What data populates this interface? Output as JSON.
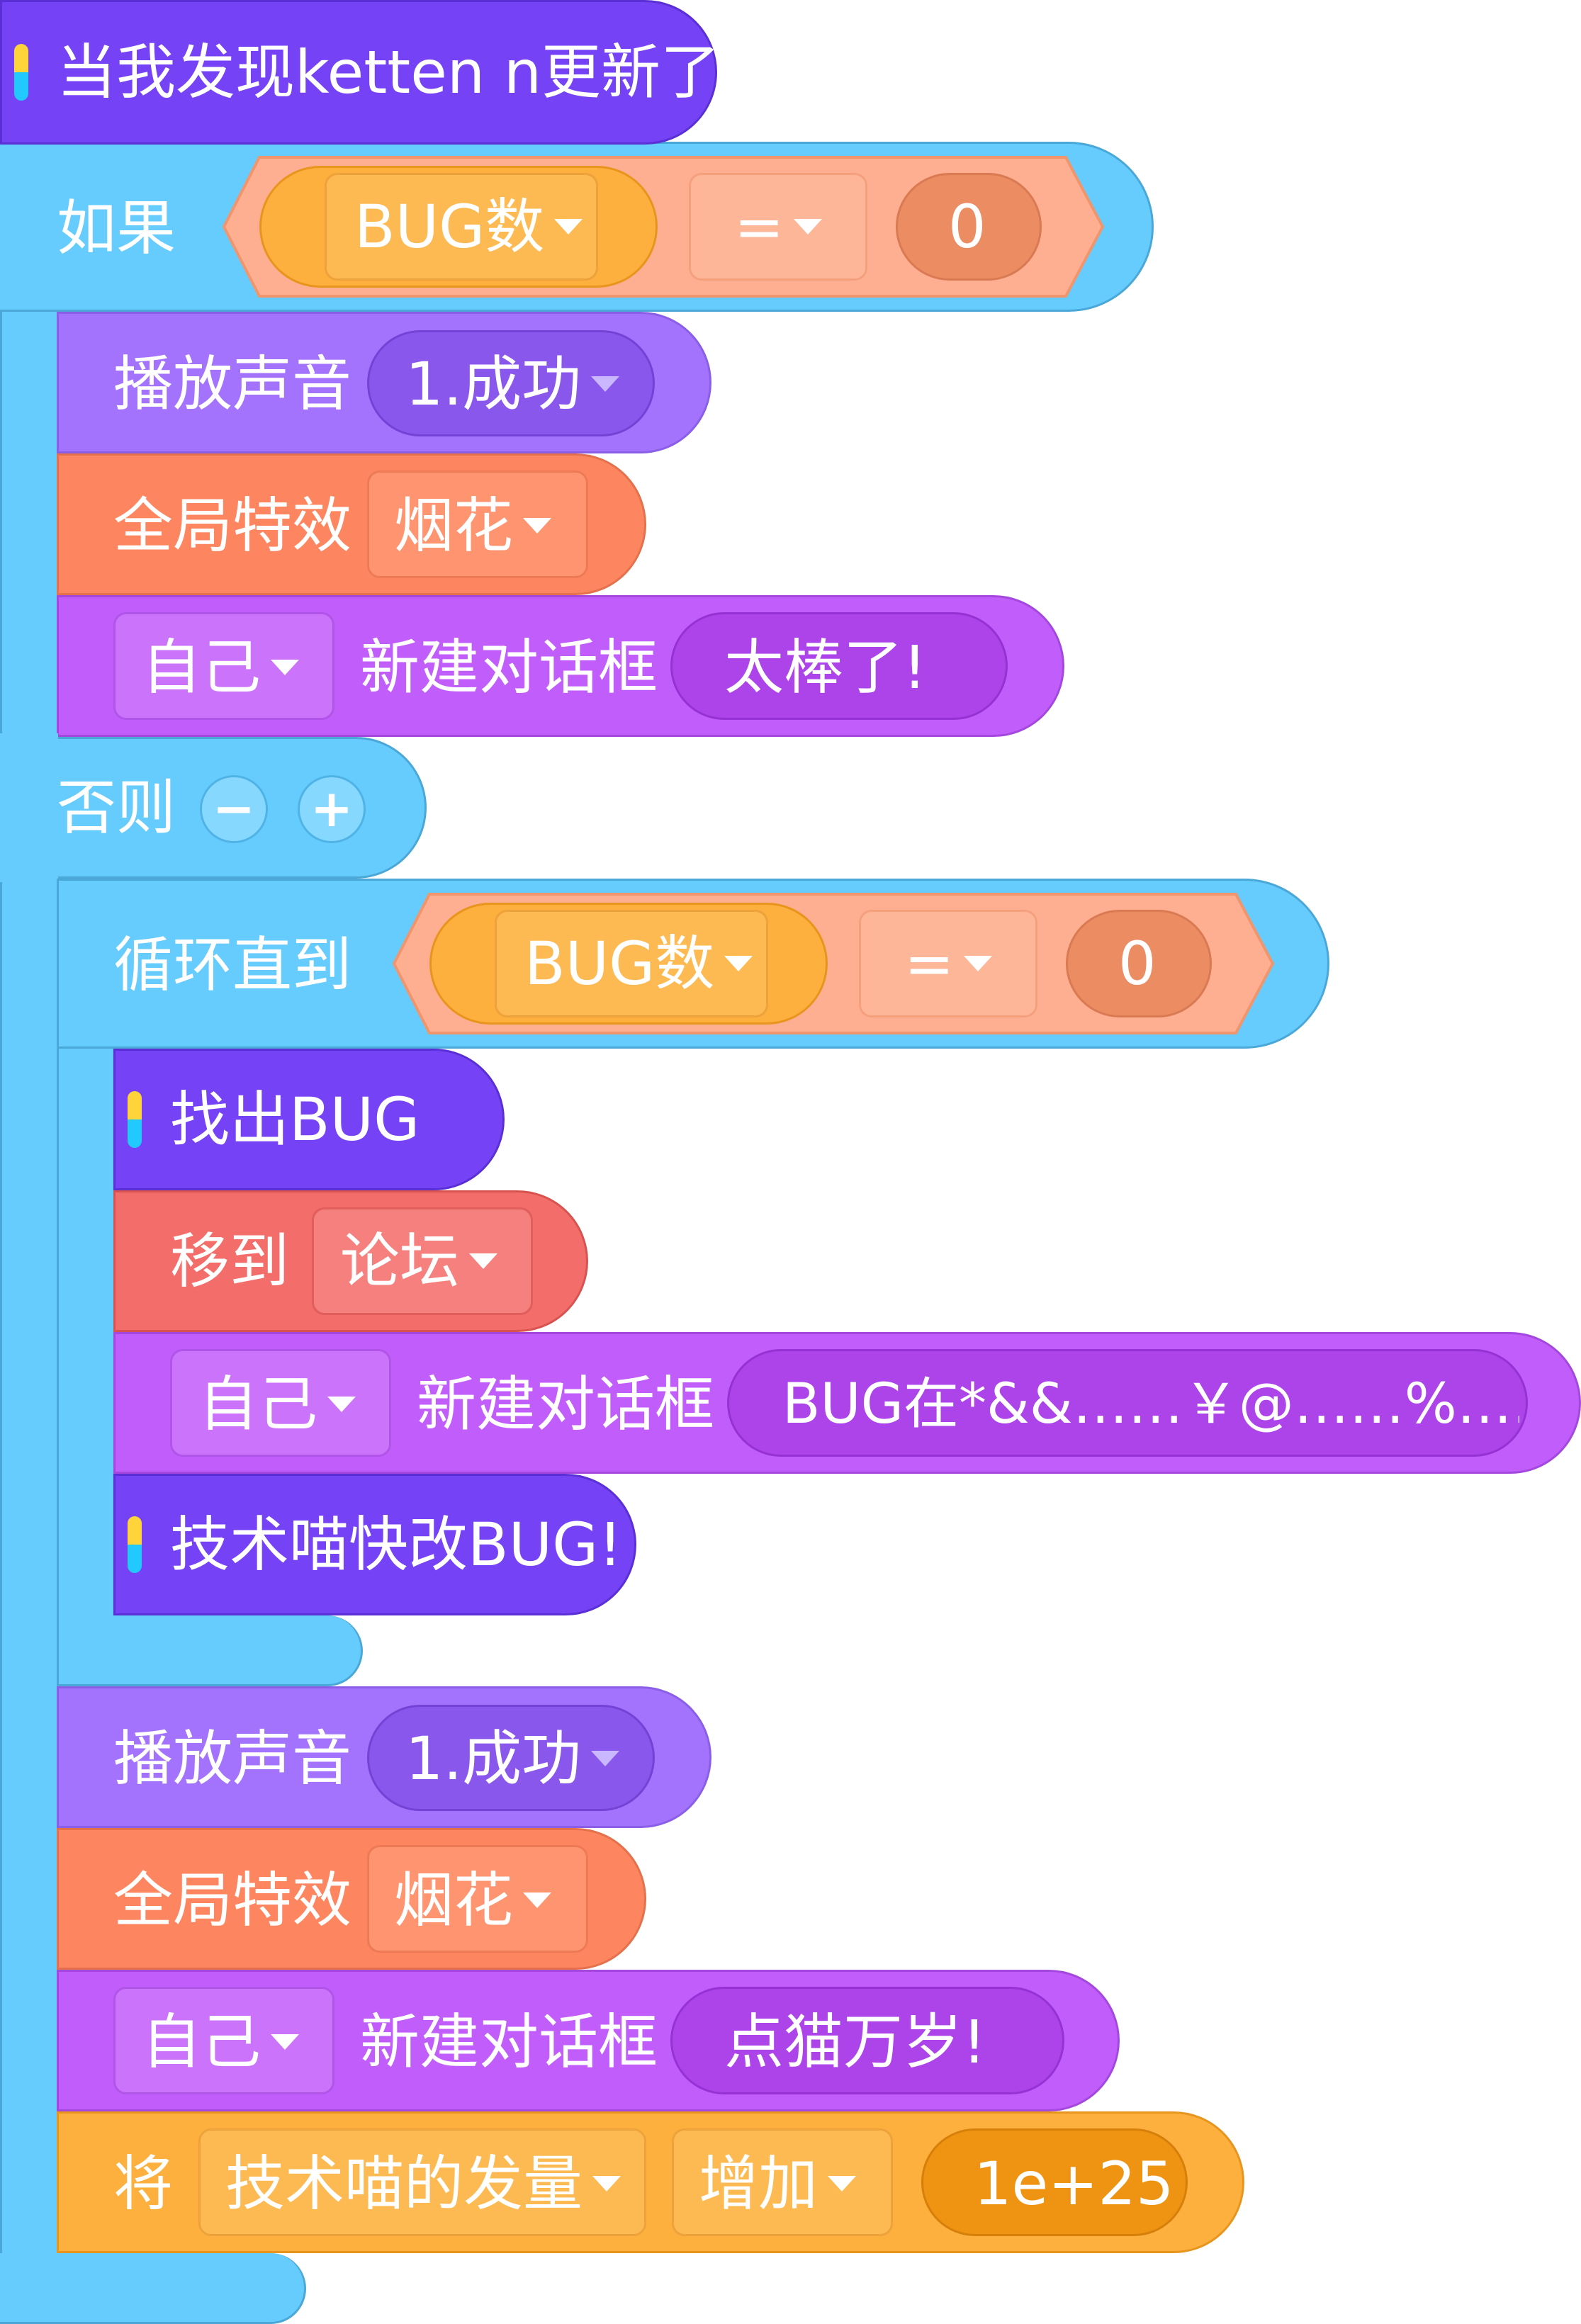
{
  "event": {
    "label": "当我发现ketten n更新了"
  },
  "if_block": {
    "keyword": "如果",
    "condition": {
      "variable": "BUG数",
      "operator": "=",
      "value": "0"
    }
  },
  "then_blocks": {
    "play_sound": {
      "label": "播放声音",
      "sound": "1.成功"
    },
    "effect": {
      "label": "全局特效",
      "effect": "烟花"
    },
    "dialog": {
      "target": "自己",
      "label": "新建对话框",
      "text": "太棒了!"
    }
  },
  "else_block": {
    "keyword": "否则",
    "minus": "−",
    "plus": "+"
  },
  "loop": {
    "label": "循环直到",
    "condition": {
      "variable": "BUG数",
      "operator": "=",
      "value": "0"
    },
    "find_bug": {
      "label": "找出BUG"
    },
    "move_to": {
      "label": "移到",
      "target": "论坛"
    },
    "dialog": {
      "target": "自己",
      "label": "新建对话框",
      "text": "BUG在*&&……￥@……%……"
    },
    "fix_bug": {
      "label": "技术喵快改BUG!"
    }
  },
  "after_loop": {
    "play_sound": {
      "label": "播放声音",
      "sound": "1.成功"
    },
    "effect": {
      "label": "全局特效",
      "effect": "烟花"
    },
    "dialog": {
      "target": "自己",
      "label": "新建对话框",
      "text": "点猫万岁!"
    },
    "change_var": {
      "label": "将",
      "variable": "技术喵的发量",
      "operation": "增加",
      "value": "1e+25"
    }
  },
  "colors": {
    "event": "#7543f5",
    "control": "#66ccfe",
    "sound": "#a373fd",
    "effect": "#fd8661",
    "dialog": "#c15dfb",
    "motion": "#f36d6a",
    "variable": "#fdb03d",
    "operator": "#feaf92"
  },
  "icons": {
    "dropdown": "dropdown-arrow-icon",
    "hat": "hat-indicator-icon"
  }
}
